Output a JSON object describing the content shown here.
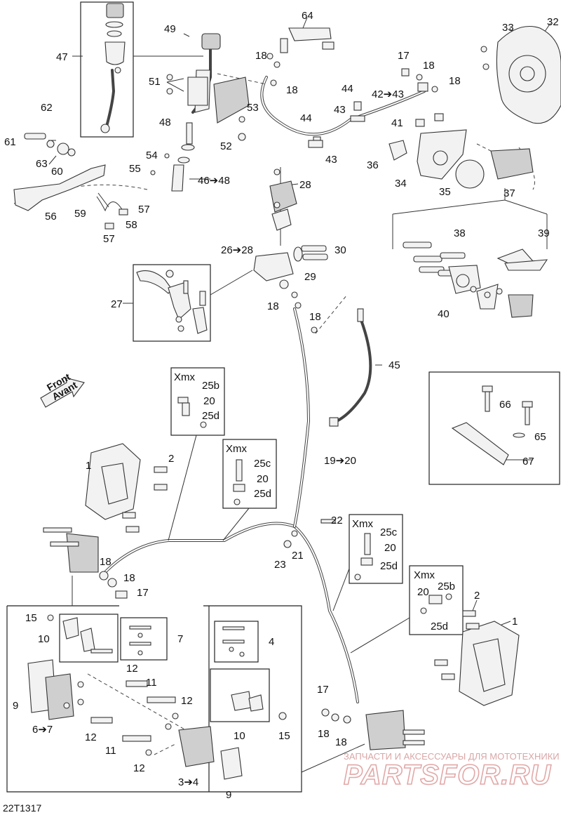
{
  "diagram": {
    "id": "22T1317",
    "front_label": {
      "line1": "Front",
      "line2": "Avant"
    },
    "xmx_label": "Xmx",
    "watermark": {
      "line1": "ЗАПЧАСТИ И АКСЕССУАРЫ ДЛЯ МОТОТЕХНИКИ",
      "line2": "PARTSFOR.RU"
    },
    "callouts": [
      "64",
      "49",
      "47",
      "18",
      "18",
      "17",
      "18",
      "18",
      "33",
      "32",
      "51",
      "53",
      "44",
      "42➔43",
      "43",
      "44",
      "43",
      "41",
      "62",
      "61",
      "63",
      "60",
      "48",
      "52",
      "36",
      "34",
      "35",
      "37",
      "54",
      "55",
      "46➔48",
      "28",
      "59",
      "57",
      "58",
      "57",
      "56",
      "38",
      "39",
      "26➔28",
      "30",
      "29",
      "27",
      "18",
      "18",
      "40",
      "45",
      "25b",
      "20",
      "25d",
      "66",
      "65",
      "67",
      "2",
      "1",
      "25c",
      "20",
      "25d",
      "19➔20",
      "22",
      "25c",
      "20",
      "25d",
      "23",
      "21",
      "18",
      "18",
      "17",
      "20",
      "25b",
      "25d",
      "2",
      "1",
      "15",
      "10",
      "7",
      "4",
      "12",
      "11",
      "12",
      "9",
      "6➔7",
      "12",
      "11",
      "12",
      "10",
      "15",
      "17",
      "18",
      "18",
      "3➔4",
      "9"
    ]
  }
}
